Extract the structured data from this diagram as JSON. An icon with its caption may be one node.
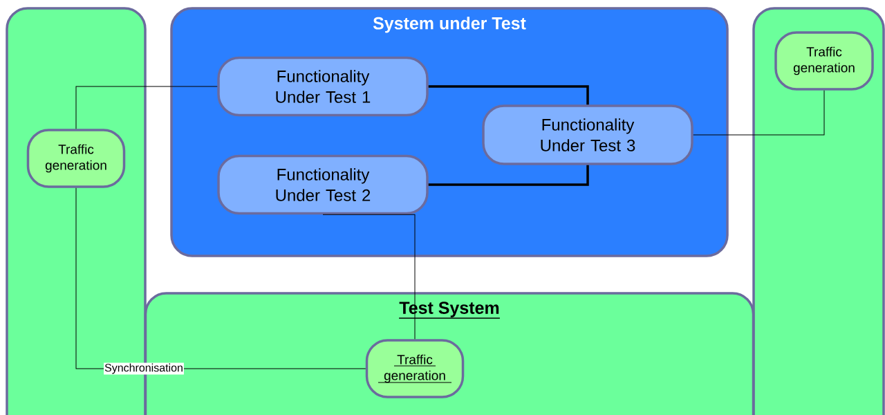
{
  "diagram": {
    "nodes": [
      {
        "text": [],
        "shape": "box"
      },
      {
        "text": [
          "Traffic generation"
        ],
        "in": 0
      },
      {
        "text": [
          "System under Test"
        ]
      },
      {
        "text": [
          "Functionality Under Test 1"
        ],
        "in": 2
      },
      {
        "text": [
          "Functionality Under Test 2"
        ],
        "in": 2
      },
      {
        "text": [
          "Functionality Under Test 3"
        ],
        "in": 2
      },
      {
        "text": [],
        "shape": "box"
      },
      {
        "text": [
          "Traffic generation"
        ],
        "in": 6
      },
      {
        "text": [
          "Test System"
        ]
      },
      {
        "text": [
          "Traffic generation"
        ],
        "in": 8
      }
    ],
    "edges": [
      {
        "from": 1,
        "to": 3,
        "arrow": "none"
      },
      {
        "from": 3,
        "to": 5,
        "arrow": "none",
        "style": "thick"
      },
      {
        "from": 4,
        "to": 5,
        "arrow": "none",
        "style": "thick"
      },
      {
        "from": 5,
        "to": 7,
        "arrow": "none"
      },
      {
        "from": 4,
        "to": 9,
        "arrow": "none"
      },
      {
        "from": 1,
        "to": 9,
        "arrow": "none",
        "label": "Synchronisation"
      }
    ]
  }
}
